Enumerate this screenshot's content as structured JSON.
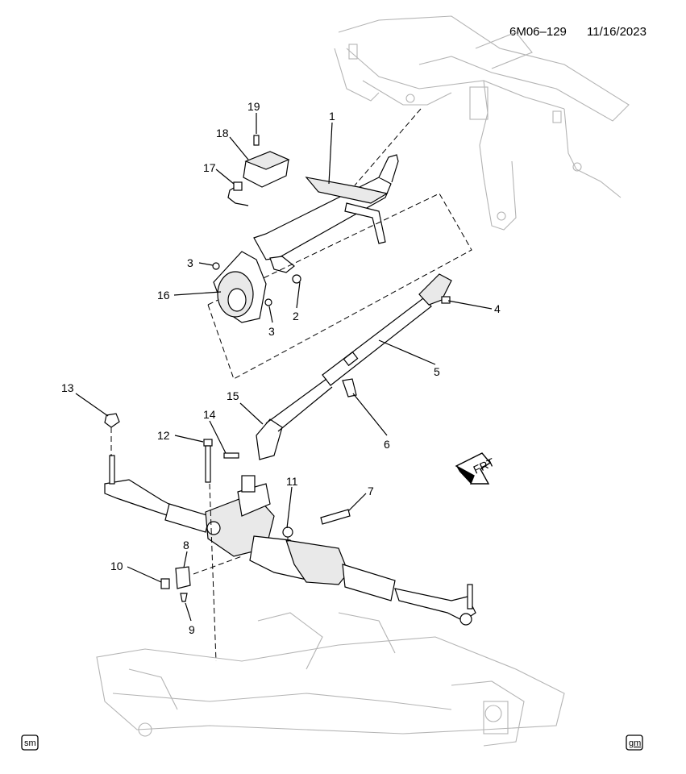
{
  "header": {
    "doc_id": "6M06–129",
    "date": "11/16/2023"
  },
  "callouts": [
    {
      "id": "c1",
      "label": "1"
    },
    {
      "id": "c2",
      "label": "2"
    },
    {
      "id": "c3a",
      "label": "3"
    },
    {
      "id": "c3b",
      "label": "3"
    },
    {
      "id": "c4",
      "label": "4"
    },
    {
      "id": "c5",
      "label": "5"
    },
    {
      "id": "c6",
      "label": "6"
    },
    {
      "id": "c7",
      "label": "7"
    },
    {
      "id": "c8",
      "label": "8"
    },
    {
      "id": "c9",
      "label": "9"
    },
    {
      "id": "c10",
      "label": "10"
    },
    {
      "id": "c11",
      "label": "11"
    },
    {
      "id": "c12",
      "label": "12"
    },
    {
      "id": "c13",
      "label": "13"
    },
    {
      "id": "c14",
      "label": "14"
    },
    {
      "id": "c15",
      "label": "15"
    },
    {
      "id": "c16",
      "label": "16"
    },
    {
      "id": "c17",
      "label": "17"
    },
    {
      "id": "c18",
      "label": "18"
    },
    {
      "id": "c19",
      "label": "19"
    }
  ],
  "direction_arrow": {
    "label": "FRT"
  },
  "badges": {
    "left": "sm",
    "right": "gm"
  }
}
